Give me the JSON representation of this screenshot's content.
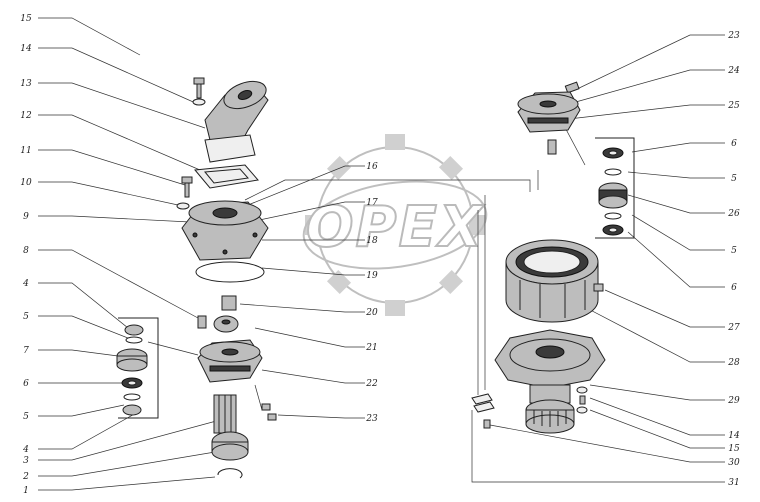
{
  "watermark": {
    "text": "OPEX"
  },
  "left_labels": [
    "15",
    "14",
    "13",
    "12",
    "11",
    "10",
    "9",
    "8",
    "4",
    "5",
    "7",
    "6",
    "5",
    "4",
    "3",
    "2",
    "1"
  ],
  "mid_labels": [
    "16",
    "17",
    "18",
    "19",
    "20",
    "21",
    "22",
    "23"
  ],
  "right_labels": [
    "23",
    "24",
    "25",
    "6",
    "5",
    "26",
    "5",
    "6",
    "27",
    "28",
    "29",
    "14",
    "15",
    "30",
    "31"
  ]
}
